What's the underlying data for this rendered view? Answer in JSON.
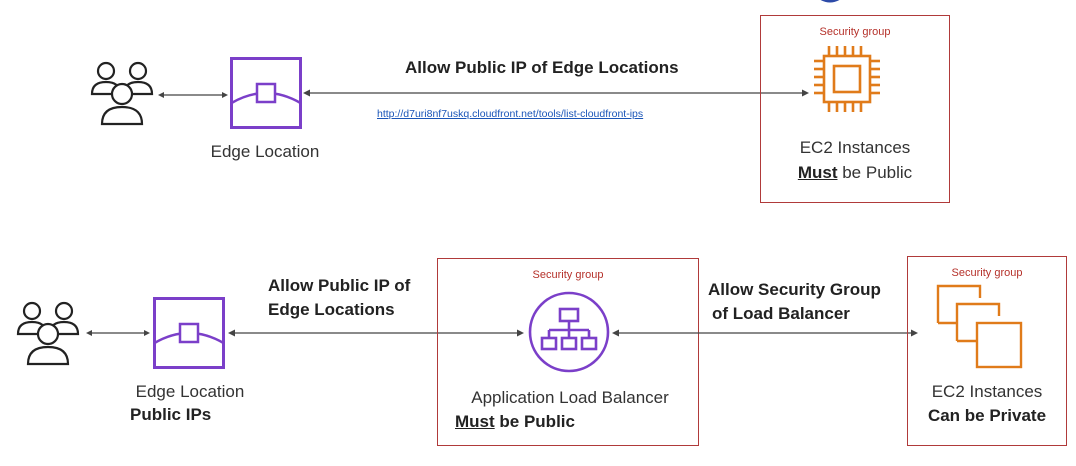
{
  "top_row": {
    "users_icon": "users-icon",
    "edge_icon": "edge-location-icon",
    "edge_caption": "Edge Location",
    "arrow_label": "Allow Public IP of Edge Locations",
    "link_text": "http://d7uri8nf7uskq.cloudfront.net/tools/list-cloudfront-ips",
    "sg_label": "Security group",
    "ec2_icon": "ec2-chip-icon",
    "ec2_caption": "EC2 Instances",
    "ec2_must": "Must",
    "ec2_rest": " be Public"
  },
  "bottom_row": {
    "users_icon": "users-icon",
    "edge_icon": "edge-location-icon",
    "edge_caption": "Edge Location",
    "edge_caption2": "Public IPs",
    "arrow1_label_line1": "Allow Public IP of",
    "arrow1_label_line2": "Edge Locations",
    "alb_sg_label": "Security group",
    "alb_icon": "load-balancer-icon",
    "alb_caption": "Application Load Balancer",
    "alb_must": "Must",
    "alb_rest": " be Public",
    "arrow2_label_line1": "Allow Security Group",
    "arrow2_label_line2": "of Load Balancer",
    "ec2_sg_label": "Security group",
    "ec2_icon": "ec2-instances-icon",
    "ec2_caption": "EC2 Instances",
    "ec2_caption2": "Can be Private"
  },
  "colors": {
    "purple": "#7b3fc9",
    "orange": "#e07b1a",
    "security_red": "#b03a3a",
    "link_blue": "#1a55b8"
  }
}
